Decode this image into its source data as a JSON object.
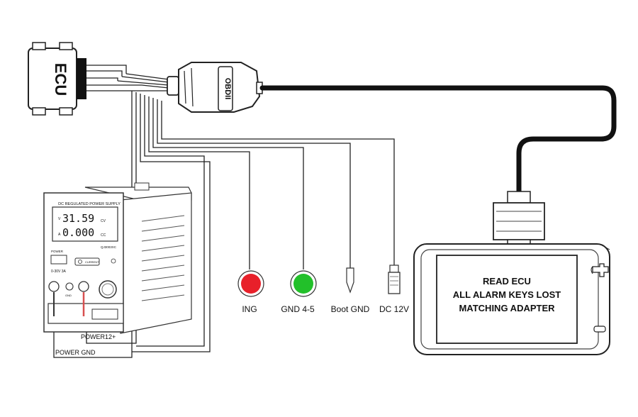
{
  "ecu": {
    "label": "ECU"
  },
  "obd": {
    "label": "OBDII"
  },
  "psu": {
    "header": "DC REGULATED POWER SUPPLY",
    "voltage_unit": "V",
    "voltage_value": "31.59",
    "voltage_mode": "CV",
    "current_unit": "A",
    "current_value": "0.000",
    "current_mode": "CC",
    "model": "QJ3003XC",
    "power_label": "POWER",
    "current_button": "CURRENT",
    "range_label": "0-30V  3A",
    "gnd_label": "GND"
  },
  "connectors": [
    {
      "id": "ing",
      "label": "ING",
      "color": "#e8202a"
    },
    {
      "id": "gnd45",
      "label": "GND 4-5",
      "color": "#22c02a"
    },
    {
      "id": "bootgnd",
      "label": "Boot GND"
    },
    {
      "id": "dc12v",
      "label": "DC 12V"
    }
  ],
  "wires": {
    "power12": "POWER12+",
    "powergnd": "POWER GND"
  },
  "adapter": {
    "lines": [
      "READ ECU",
      "ALL ALARM KEYS LOST",
      "MATCHING ADAPTER"
    ]
  }
}
